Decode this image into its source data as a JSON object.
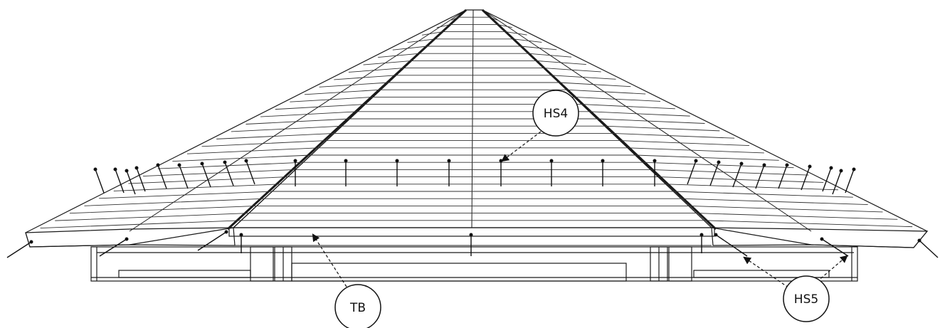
{
  "diagram": {
    "callouts": [
      {
        "id": "hs4",
        "label": "HS4"
      },
      {
        "id": "tb",
        "label": "TB"
      },
      {
        "id": "hs5",
        "label": "HS5"
      }
    ],
    "colors": {
      "stroke": "#1a1a1a",
      "background": "#ffffff"
    }
  }
}
